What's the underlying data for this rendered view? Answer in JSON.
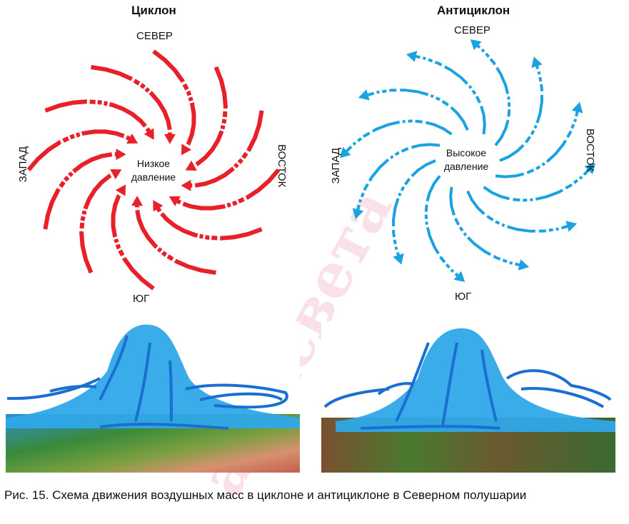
{
  "cyclone": {
    "title": "Циклон",
    "north": "СЕВЕР",
    "south": "ЮГ",
    "west": "ЗАПАД",
    "east": "ВОСТОК",
    "center_line1": "Низкое",
    "center_line2": "давление",
    "arrow_color": "#e8202a"
  },
  "anticyclone": {
    "title": "Антициклон",
    "north": "СЕВЕР",
    "south": "ЮГ",
    "west": "ЗАПАД",
    "east": "ВОСТОК",
    "center_line1": "Высокое",
    "center_line2": "давление",
    "arrow_color": "#1aa3e0"
  },
  "caption": "Рис. 15. Схема движения воздушных масс в циклоне и антициклоне в Северном полушарии",
  "watermark": "Народная асвета"
}
